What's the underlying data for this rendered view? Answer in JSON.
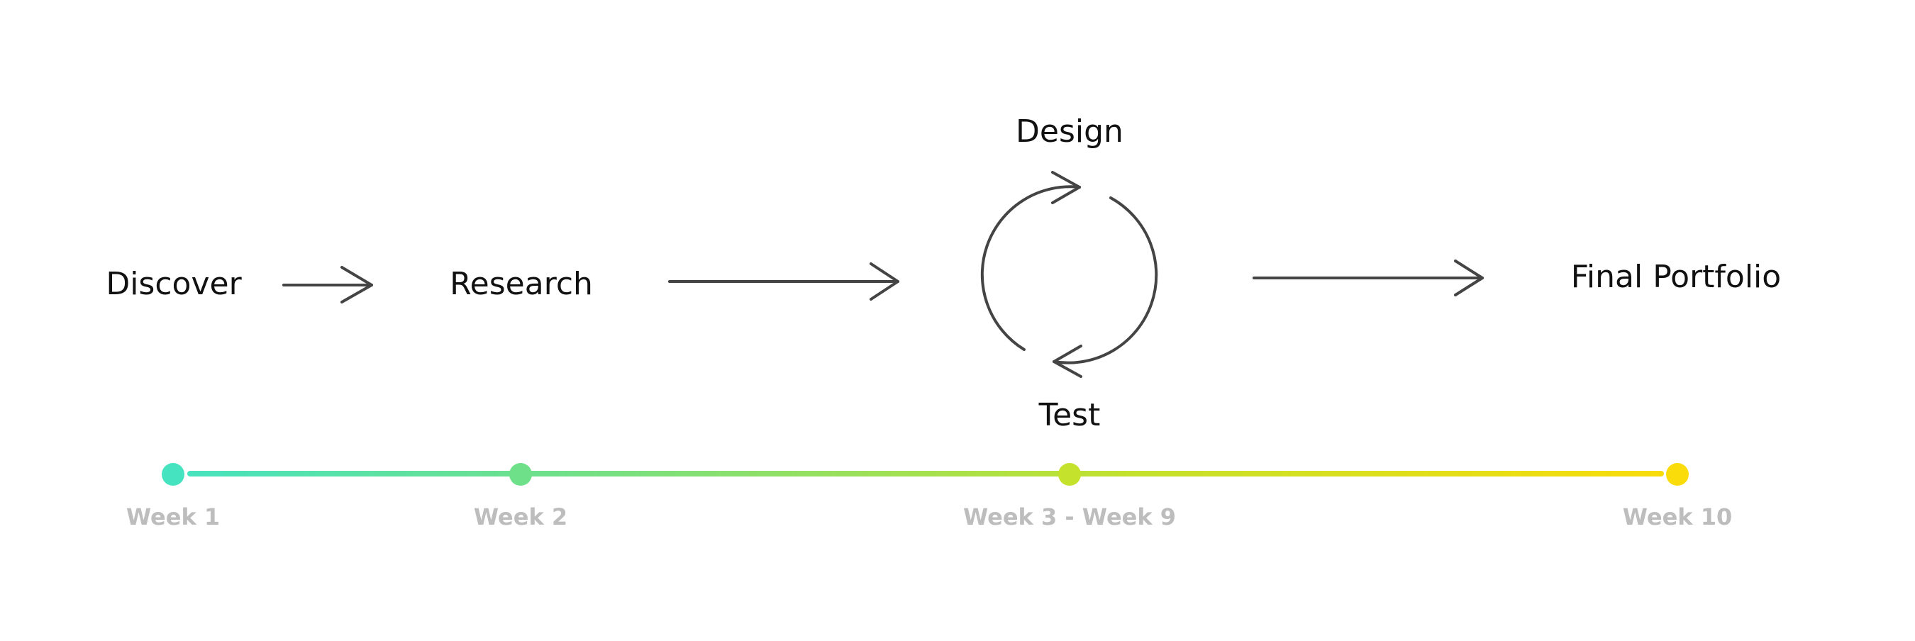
{
  "stages": {
    "discover": "Discover",
    "research": "Research",
    "design": "Design",
    "test": "Test",
    "final": "Final Portfolio"
  },
  "timeline": {
    "weeks": [
      "Week 1",
      "Week 2",
      "Week 3 - Week 9",
      "Week 10"
    ],
    "colors": [
      "#45e3c0",
      "#6fe08a",
      "#c4e12c",
      "#f9dc0a"
    ]
  }
}
